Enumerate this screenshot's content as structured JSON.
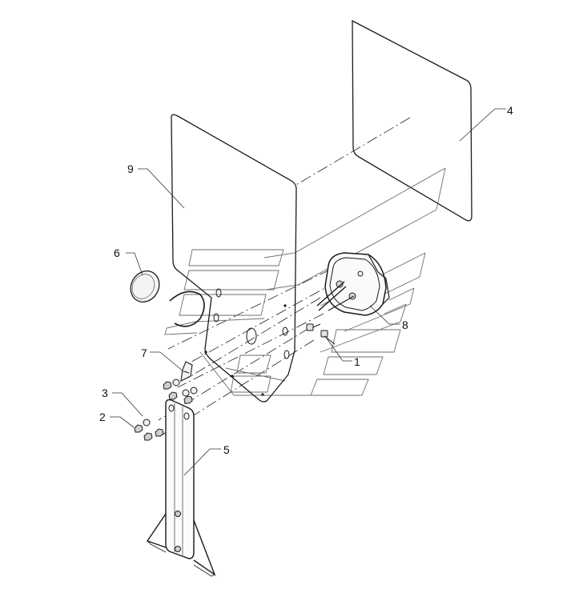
{
  "callouts": {
    "c1": "1",
    "c2": "2",
    "c3": "3",
    "c4": "4",
    "c5": "5",
    "c6": "6",
    "c7": "7",
    "c8": "8",
    "c9": "9"
  },
  "colors": {
    "line": "#1a1a1a",
    "ghost": "#6e6e6e",
    "background": "#ffffff"
  }
}
